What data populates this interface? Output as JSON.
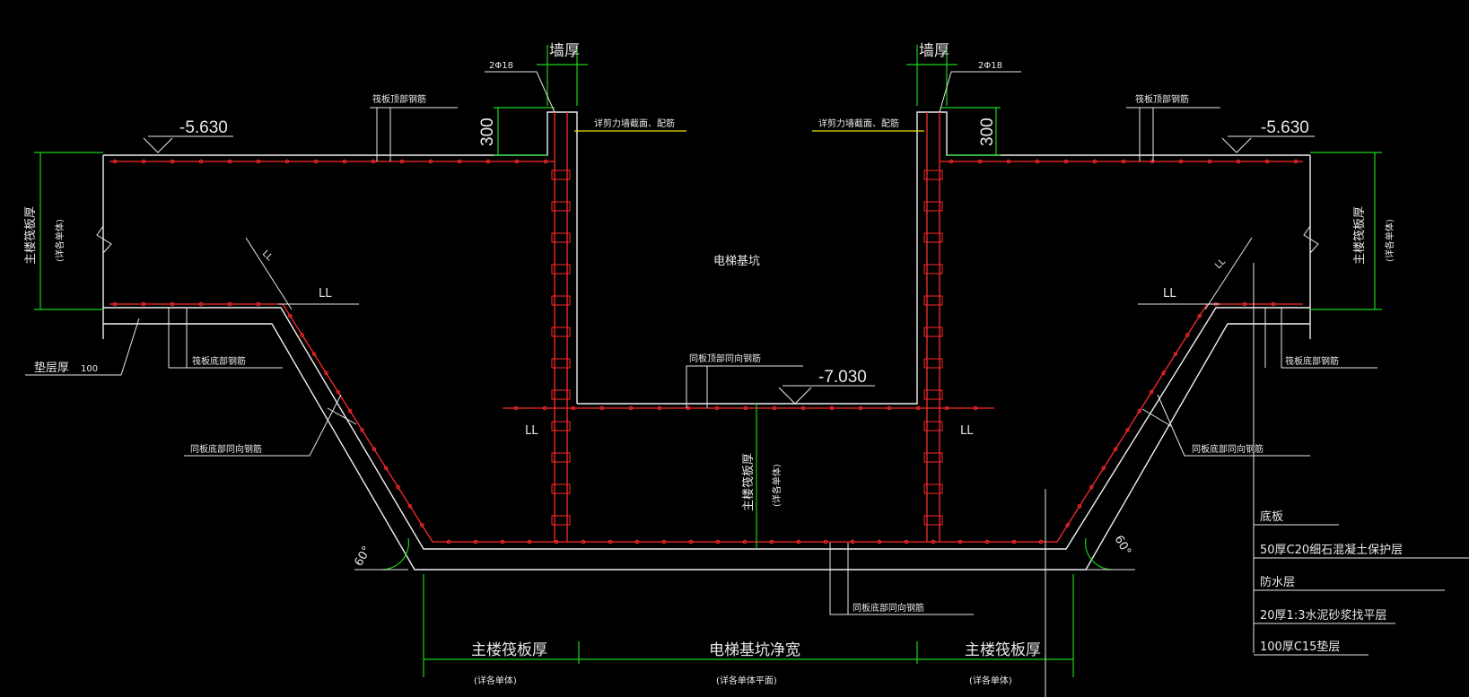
{
  "drawing": {
    "pit_label": "电梯基坑",
    "wall_thickness": "墙厚",
    "bar_callout": "2Φ18",
    "dim_300": "300",
    "wall_detail": "详剪力墙截面、配筋",
    "raft_top_bar": "筏板顶部钢筋",
    "raft_bottom_bar": "筏板底部钢筋",
    "same_top_bar": "同板顶部同向钢筋",
    "same_bottom_bar": "同板底部同向钢筋",
    "elev_top": "-5.630",
    "elev_pit": "-7.030",
    "anchor_mark": "LL",
    "raft_thickness": "主楼筏板厚",
    "see_single": "(详各单体)",
    "cushion": "垫层厚",
    "cushion_value": "100",
    "angle": "60°",
    "bottom_dims": [
      "主楼筏板厚",
      "电梯基坑净宽",
      "主楼筏板厚"
    ],
    "bottom_notes": [
      "(详各单体)",
      "(详各单体平面)",
      "(详各单体)"
    ],
    "legend": [
      "底板",
      "50厚C20细石混凝土保护层",
      "防水层",
      "20厚1:3水泥砂浆找平层",
      "100厚C15垫层"
    ]
  }
}
